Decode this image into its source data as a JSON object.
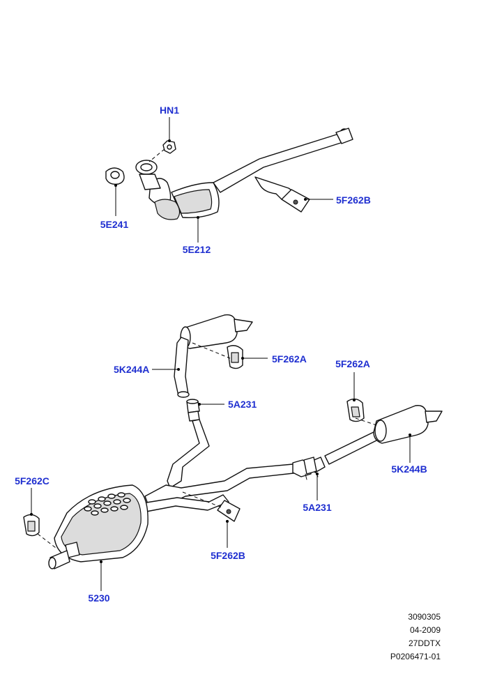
{
  "callouts": {
    "hn1": "HN1",
    "e241": "5E241",
    "e212": "5E212",
    "f262b_top": "5F262B",
    "k244a": "5K244A",
    "f262a_left": "5F262A",
    "a231_top": "5A231",
    "f262a_right": "5F262A",
    "k244b": "5K244B",
    "f262c": "5F262C",
    "a231_mid": "5A231",
    "f262b_bottom": "5F262B",
    "n5230": "5230"
  },
  "reference": {
    "code": "3090305",
    "date": "04-2009",
    "model": "27DDTX",
    "illustration": "P0206471-01"
  },
  "colors": {
    "callout": "#1f2fd0",
    "line": "#111111"
  }
}
